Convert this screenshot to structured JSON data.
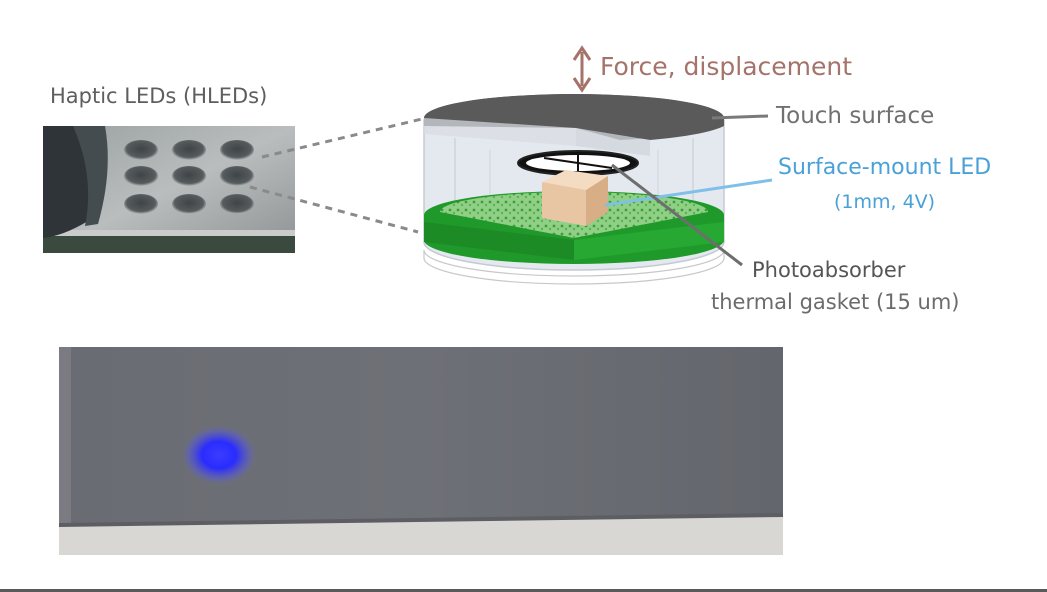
{
  "labels": {
    "hleds_title": "Haptic LEDs (HLEDs)",
    "force": "Force, displacement",
    "touch_surface": "Touch surface",
    "surface_mount_led": "Surface-mount LED",
    "led_spec": "(1mm, 4V)",
    "photoabsorber": "Photoabsorber",
    "thermal_gasket": "thermal gasket (15 um)"
  },
  "colors": {
    "force_text": "#a4736a",
    "led_text": "#4aa1d8",
    "green_layer": "#1f9a2a",
    "led_glow": "#2a2cff",
    "panel_gray": "#6c6e75"
  }
}
